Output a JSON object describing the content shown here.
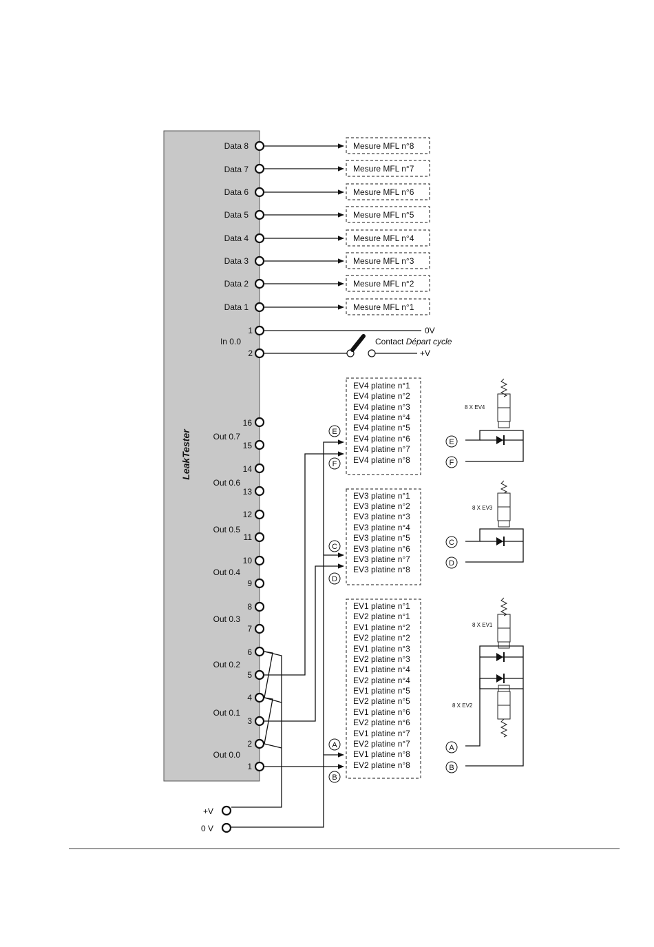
{
  "device": {
    "name": "LeakTester",
    "panel_color": "#c8c8c8"
  },
  "data_outputs": [
    {
      "label": "Data 8",
      "target": "Mesure MFL n°8"
    },
    {
      "label": "Data 7",
      "target": "Mesure MFL n°7"
    },
    {
      "label": "Data 6",
      "target": "Mesure MFL n°6"
    },
    {
      "label": "Data 5",
      "target": "Mesure MFL n°5"
    },
    {
      "label": "Data 4",
      "target": "Mesure MFL n°4"
    },
    {
      "label": "Data 3",
      "target": "Mesure MFL n°3"
    },
    {
      "label": "Data 2",
      "target": "Mesure MFL n°2"
    },
    {
      "label": "Data 1",
      "target": "Mesure MFL n°1"
    }
  ],
  "input": {
    "label": "In 0.0",
    "pin1": "1",
    "pin2": "2",
    "zero_v": "0V",
    "plus_v": "+V",
    "contact_prefix": "Contact ",
    "contact_italic": "Départ cycle"
  },
  "outputs": [
    {
      "label": "Out 0.7",
      "pin_a": "16",
      "pin_b": "15"
    },
    {
      "label": "Out 0.6",
      "pin_a": "14",
      "pin_b": "13"
    },
    {
      "label": "Out 0.5",
      "pin_a": "12",
      "pin_b": "11"
    },
    {
      "label": "Out 0.4",
      "pin_a": "10",
      "pin_b": "9"
    },
    {
      "label": "Out 0.3",
      "pin_a": "8",
      "pin_b": "7"
    },
    {
      "label": "Out 0.2",
      "pin_a": "6",
      "pin_b": "5"
    },
    {
      "label": "Out 0.1",
      "pin_a": "4",
      "pin_b": "3"
    },
    {
      "label": "Out 0.0",
      "pin_a": "2",
      "pin_b": "1"
    }
  ],
  "supply": {
    "plus": "+V",
    "zero": "0 V"
  },
  "ev_groups": [
    {
      "letters": [
        "E",
        "F"
      ],
      "items": [
        "EV4 platine n°1",
        "EV4 platine n°2",
        "EV4 platine n°3",
        "EV4 platine n°4",
        "EV4 platine n°5",
        "EV4 platine n°6",
        "EV4 platine n°7",
        "EV4 platine n°8"
      ],
      "schematic_label": "8 X EV4"
    },
    {
      "letters": [
        "C",
        "D"
      ],
      "items": [
        "EV3 platine n°1",
        "EV3 platine n°2",
        "EV3 platine n°3",
        "EV3 platine n°4",
        "EV3 platine n°5",
        "EV3 platine n°6",
        "EV3 platine n°7",
        "EV3 platine n°8"
      ],
      "schematic_label": "8 X EV3"
    },
    {
      "letters": [
        "A",
        "B"
      ],
      "items": [
        "EV1 platine n°1",
        "EV2 platine n°1",
        "EV1 platine n°2",
        "EV2 platine n°2",
        "EV1 platine n°3",
        "EV2 platine n°3",
        "EV1 platine n°4",
        "EV2 platine n°4",
        "EV1 platine n°5",
        "EV2 platine n°5",
        "EV1 platine n°6",
        "EV2 platine n°6",
        "EV1 platine n°7",
        "EV2 platine n°7",
        "EV1 platine n°8",
        "EV2 platine n°8"
      ],
      "schematic_label": "8 X EV1",
      "schematic_label_2": "8 X EV2"
    }
  ]
}
